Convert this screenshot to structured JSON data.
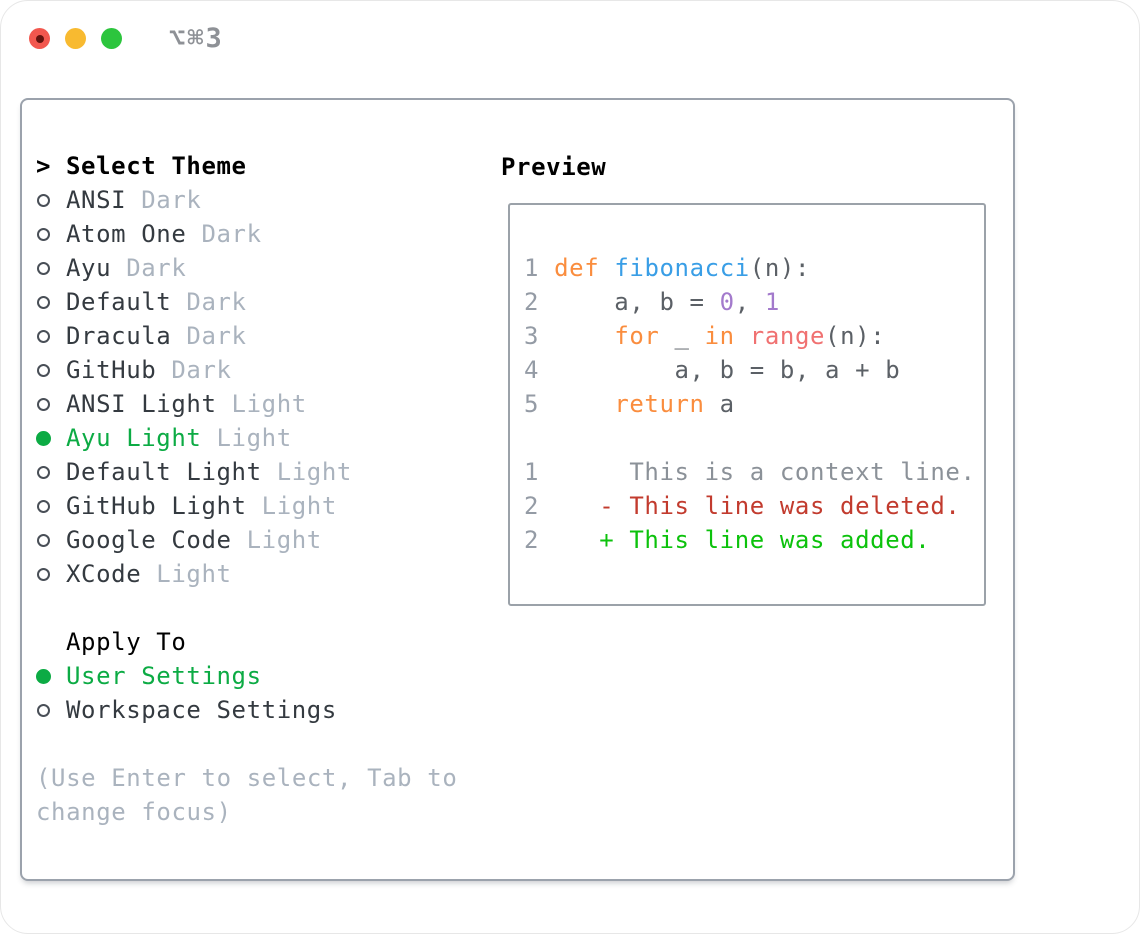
{
  "window": {
    "shortcut": "⌥⌘3"
  },
  "palette": {
    "traffic_red": "#f2574e",
    "traffic_red_dot": "#64130e",
    "traffic_yellow": "#f8ba30",
    "traffic_green": "#2cc53d",
    "shortcut_gray": "#8e9196",
    "selection_green": "#0cab44",
    "item_text": "#343a40",
    "variant_text": "#aab3be",
    "hint_text": "#aab3be",
    "header_text": "#000000",
    "gutter": "#949ba5",
    "code_fg": "#5b6066",
    "keyword": "#fa8d3e",
    "entity": "#399ee6",
    "constant": "#a37acc",
    "special": "#f07171",
    "context": "#8b9198",
    "deleted": "#c23b2e",
    "added": "#0cc20c"
  },
  "theme_panel": {
    "cursor": ">",
    "title": "Select Theme",
    "items": [
      {
        "name": "ANSI",
        "variant": "Dark",
        "selected": false
      },
      {
        "name": "Atom One",
        "variant": "Dark",
        "selected": false
      },
      {
        "name": "Ayu",
        "variant": "Dark",
        "selected": false
      },
      {
        "name": "Default",
        "variant": "Dark",
        "selected": false
      },
      {
        "name": "Dracula",
        "variant": "Dark",
        "selected": false
      },
      {
        "name": "GitHub",
        "variant": "Dark",
        "selected": false
      },
      {
        "name": "ANSI Light",
        "variant": "Light",
        "selected": false
      },
      {
        "name": "Ayu Light",
        "variant": "Light",
        "selected": true
      },
      {
        "name": "Default Light",
        "variant": "Light",
        "selected": false
      },
      {
        "name": "GitHub Light",
        "variant": "Light",
        "selected": false
      },
      {
        "name": "Google Code",
        "variant": "Light",
        "selected": false
      },
      {
        "name": "XCode",
        "variant": "Light",
        "selected": false
      }
    ],
    "apply_to": {
      "title": "Apply To",
      "options": [
        {
          "label": "User Settings",
          "selected": true
        },
        {
          "label": "Workspace Settings",
          "selected": false
        }
      ]
    },
    "hint_lines": [
      "(Use Enter to select, Tab to",
      "change focus)"
    ]
  },
  "preview": {
    "title": "Preview",
    "lines": [
      {
        "num": "1",
        "segments": [
          {
            "text": " ",
            "color": "code_fg"
          },
          {
            "text": "def",
            "color": "keyword"
          },
          {
            "text": " ",
            "color": "code_fg"
          },
          {
            "text": "fibonacci",
            "color": "entity"
          },
          {
            "text": "(n):",
            "color": "code_fg"
          }
        ]
      },
      {
        "num": "2",
        "segments": [
          {
            "text": "     a, b = ",
            "color": "code_fg"
          },
          {
            "text": "0",
            "color": "constant"
          },
          {
            "text": ", ",
            "color": "code_fg"
          },
          {
            "text": "1",
            "color": "constant"
          }
        ]
      },
      {
        "num": "3",
        "segments": [
          {
            "text": "     ",
            "color": "code_fg"
          },
          {
            "text": "for",
            "color": "keyword"
          },
          {
            "text": " _ ",
            "color": "code_fg"
          },
          {
            "text": "in",
            "color": "keyword"
          },
          {
            "text": " ",
            "color": "code_fg"
          },
          {
            "text": "range",
            "color": "special"
          },
          {
            "text": "(n):",
            "color": "code_fg"
          }
        ]
      },
      {
        "num": "4",
        "segments": [
          {
            "text": "         a, b = b, a + b",
            "color": "code_fg"
          }
        ]
      },
      {
        "num": "5",
        "segments": [
          {
            "text": "     ",
            "color": "code_fg"
          },
          {
            "text": "return",
            "color": "keyword"
          },
          {
            "text": " a",
            "color": "code_fg"
          }
        ]
      },
      {
        "num": "",
        "segments": []
      },
      {
        "num": "1",
        "segments": [
          {
            "text": "      This is a context line.",
            "color": "context"
          }
        ]
      },
      {
        "num": "2",
        "segments": [
          {
            "text": "    - This line was deleted.",
            "color": "deleted"
          }
        ]
      },
      {
        "num": "2",
        "segments": [
          {
            "text": "    + This line was added.",
            "color": "added"
          }
        ]
      }
    ]
  }
}
